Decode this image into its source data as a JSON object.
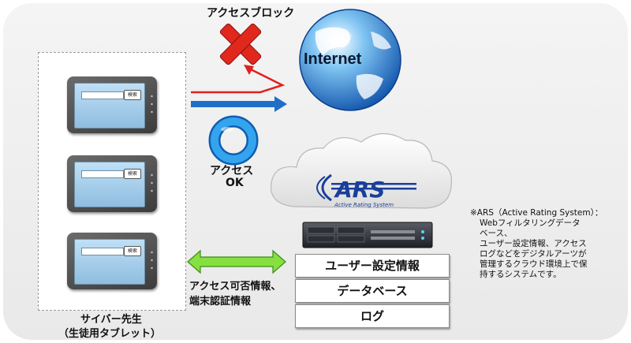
{
  "labels": {
    "access_block": "アクセスブロック",
    "internet": "Internet",
    "access_ok_line1": "アクセス",
    "access_ok_line2": "OK",
    "access_info_line1": "アクセス可否情報、",
    "access_info_line2": "端末認証情報",
    "device_line1": "サイバー先生",
    "device_line2": "（生徒用タブレット）",
    "search_button": "検索"
  },
  "ars_logo": {
    "name": "ARS",
    "subtitle": "Active Rating System"
  },
  "stack": [
    "ユーザー設定情報",
    "データベース",
    "ログ"
  ],
  "note": [
    "※ARS（Active Rating System）：",
    "Webフィルタリングデータ",
    "ベース、",
    "ユーザー設定情報、アクセス",
    "ログなどをデジタルアーツが",
    "管理するクラウド環境上で保",
    "持するシステムです。"
  ],
  "colors": {
    "block_arrow": "#e02020",
    "access_arrow": "#1f6fc8",
    "ok_ring": "#1a7fd0",
    "sync_arrow": "#86e040",
    "cross": "#e0281c",
    "ars_blue": "#1a3f9a"
  },
  "icons": [
    "globe-icon",
    "cross-icon",
    "ok-ring-icon",
    "cloud-icon",
    "server-icon",
    "tablet-icon"
  ]
}
